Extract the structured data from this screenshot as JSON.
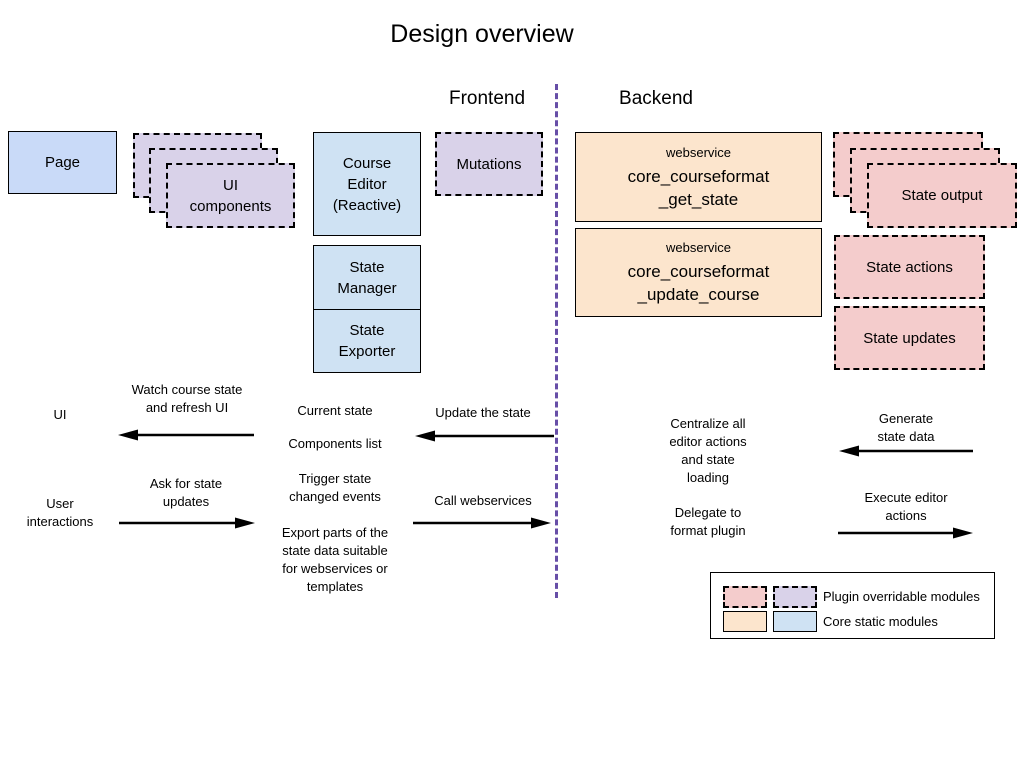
{
  "title": "Design overview",
  "sections": {
    "frontend": "Frontend",
    "backend": "Backend"
  },
  "boxes": {
    "page": "Page",
    "ui_components": "UI\ncomponents",
    "course_editor": "Course\nEditor\n(Reactive)",
    "mutations": "Mutations",
    "state_manager": "State\nManager",
    "state_exporter": "State\nExporter",
    "ws_get_state": {
      "kicker": "webservice",
      "name": "core_courseformat\n_get_state"
    },
    "ws_update_course": {
      "kicker": "webservice",
      "name": "core_courseformat\n_update_course"
    },
    "state_output": "State output",
    "state_actions": "State actions",
    "state_updates": "State updates"
  },
  "flow_labels": {
    "ui": "UI",
    "watch_refresh": "Watch course state\nand refresh UI",
    "user_interactions": "User\ninteractions",
    "ask_updates": "Ask for state\nupdates",
    "current_state": "Current state",
    "components_list": "Components list",
    "trigger_events": "Trigger state\nchanged events",
    "export_parts": "Export parts of the\nstate data suitable\nfor webservices or\ntemplates",
    "update_state": "Update the state",
    "call_webservices": "Call webservices",
    "centralize": "Centralize all\neditor actions\nand state\nloading",
    "delegate": "Delegate to\nformat plugin",
    "generate": "Generate\nstate data",
    "execute": "Execute editor\nactions"
  },
  "legend": {
    "plugin_overridable": "Plugin overridable modules",
    "core_static": "Core static modules"
  },
  "colors": {
    "page_blue": "#c9daf8",
    "core_blue": "#cfe2f3",
    "plugin_purple": "#d9d2e9",
    "webservice_peach": "#fce5cd",
    "plugin_pink": "#f4cccc",
    "separator_purple": "#674ea7",
    "border_black": "#000000"
  }
}
